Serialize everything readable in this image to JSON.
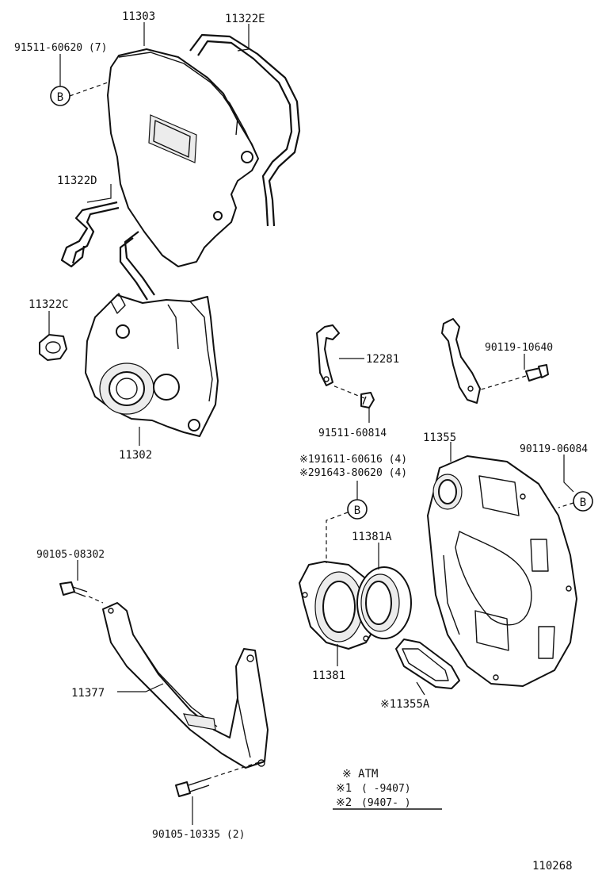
{
  "diagram": {
    "labels": {
      "p11303": "11303",
      "p11322E": "11322E",
      "p91511_60620": "91511-60620 (7)",
      "p11322D": "11322D",
      "p11322C": "11322C",
      "p11302": "11302",
      "p12281": "12281",
      "p91511_60814": "91511-60814",
      "p90119_10640": "90119-10640",
      "p11355": "11355",
      "p90119_06084": "90119-06084",
      "p91611_60616": "※191611-60616 (4)",
      "p91643_80620": "※291643-80620 (4)",
      "p11381A": "11381A",
      "p11381": "11381",
      "p11355A": "※11355A",
      "p90105_08302": "90105-08302",
      "p11377": "11377",
      "p90105_10335": "90105-10335 (2)"
    },
    "ref_marker": "B",
    "legend": {
      "atm": "※ ATM",
      "row1_mark": "※1",
      "row1_text": "(      -9407)",
      "row2_mark": "※2",
      "row2_text": "(9407-      )"
    },
    "catalog_number": "110268"
  }
}
